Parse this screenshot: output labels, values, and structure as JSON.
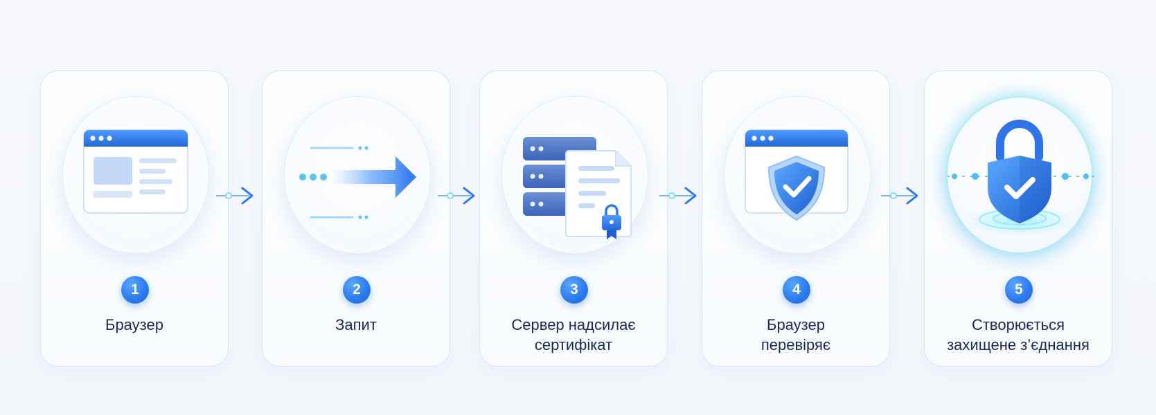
{
  "steps": [
    {
      "number": "1",
      "lines": [
        "Браузер"
      ]
    },
    {
      "number": "2",
      "lines": [
        "Запит"
      ]
    },
    {
      "number": "3",
      "lines": [
        "Сервер надсилає",
        "сертифікат"
      ]
    },
    {
      "number": "4",
      "lines": [
        "Браузер",
        "перевіряє"
      ]
    },
    {
      "number": "5",
      "lines": [
        "Створюється",
        "захищене з’єднання"
      ]
    }
  ],
  "colors": {
    "primary": "#2c7cf0",
    "deep": "#1f5fcf",
    "light": "#c9dcf7",
    "accent": "#4fd3f0",
    "text": "#1a2b52"
  },
  "icons": [
    "browser-window-icon",
    "request-arrow-icon",
    "server-certificate-icon",
    "browser-shield-icon",
    "padlock-check-icon"
  ]
}
